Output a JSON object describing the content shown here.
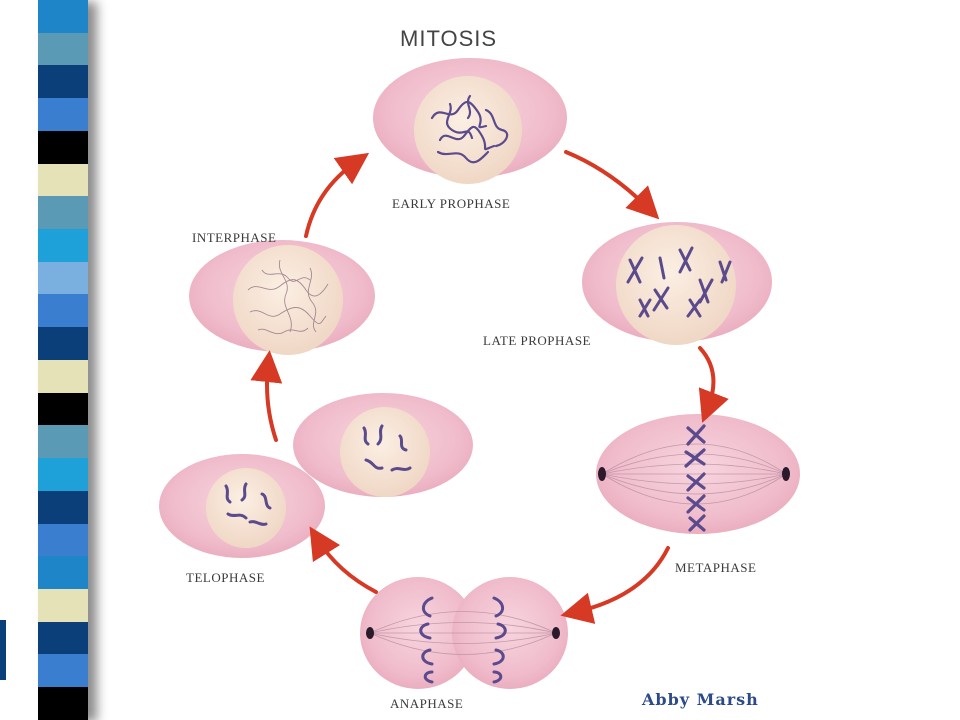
{
  "title": "MITOSIS",
  "stages": {
    "early_prophase": "EARLY PROPHASE",
    "late_prophase": "LATE PROPHASE",
    "metaphase": "METAPHASE",
    "anaphase": "ANAPHASE",
    "telophase": "TELOPHASE",
    "interphase": "INTERPHASE"
  },
  "credit": "Abby Marsh",
  "colors": {
    "cell_pink": "#f2c3d0",
    "nucleus_cream": "#f6e2cf",
    "chromosome": "#5b4a8c",
    "arrow": "#d63a24"
  },
  "stripe_colors": [
    "#1e86c8",
    "#5a9ab5",
    "#0a3f7a",
    "#3a7fcf",
    "#000000",
    "#e6e2b8",
    "#5a9ab5",
    "#1ea0d8",
    "#7ab0e0",
    "#3a7fcf",
    "#0a3f7a",
    "#e6e2b8",
    "#000000",
    "#5a9ab5",
    "#1ea0d8",
    "#0a3f7a",
    "#3a7fcf",
    "#1e86c8",
    "#e6e2b8",
    "#0a3f7a",
    "#3a7fcf",
    "#000000"
  ]
}
